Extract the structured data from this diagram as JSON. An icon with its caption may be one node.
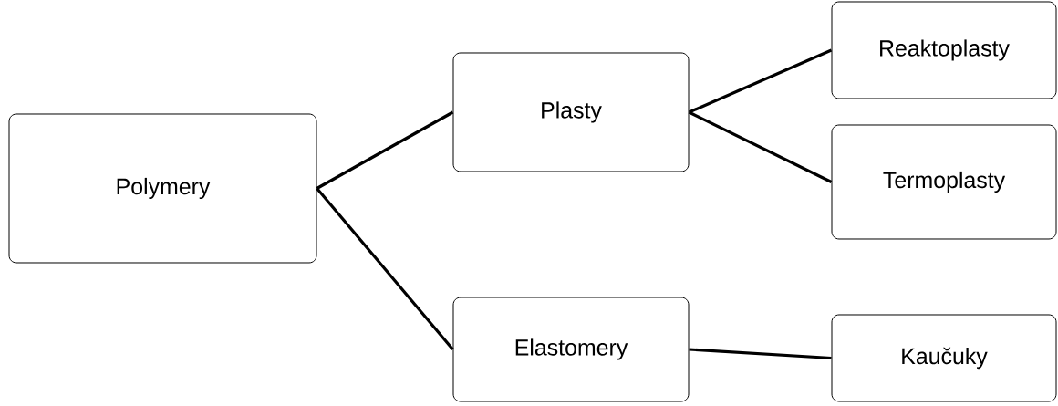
{
  "diagram": {
    "nodes": [
      {
        "text": [
          "Polymery"
        ]
      },
      {
        "text": [
          "Plasty"
        ]
      },
      {
        "text": [
          "Elastomery"
        ]
      },
      {
        "text": [
          "Reaktoplasty"
        ]
      },
      {
        "text": [
          "Termoplasty"
        ]
      },
      {
        "text": [
          "Kaučuky"
        ]
      }
    ],
    "edges": [
      {
        "from": 0,
        "to": 1,
        "arrow": "none"
      },
      {
        "from": 0,
        "to": 2,
        "arrow": "none"
      },
      {
        "from": 1,
        "to": 3,
        "arrow": "none"
      },
      {
        "from": 1,
        "to": 4,
        "arrow": "none"
      },
      {
        "from": 2,
        "to": 5,
        "arrow": "none"
      }
    ]
  }
}
